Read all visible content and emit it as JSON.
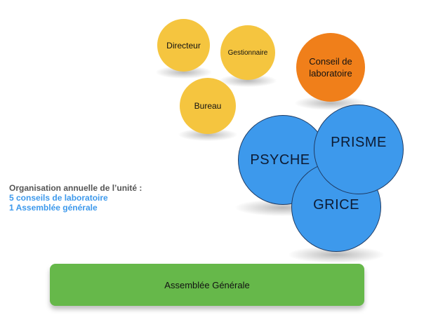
{
  "nodes": {
    "directeur": "Directeur",
    "gestionnaire": "Gestionnaire",
    "bureau": "Bureau",
    "conseil": "Conseil de laboratoire",
    "psyche": "PSYCHE",
    "prisme": "PRISME",
    "grice": "GRICE"
  },
  "organisation": {
    "title": "Organisation annuelle de l’unité :",
    "lines": [
      "5 conseils de laboratoire",
      "1 Assemblée générale"
    ]
  },
  "assemblee": "Assemblée Générale",
  "colors": {
    "yellow": "#f5c53f",
    "orange": "#f07f1a",
    "blue": "#3d99ec",
    "green": "#66b84a",
    "text_blue": "#3d99ec"
  }
}
